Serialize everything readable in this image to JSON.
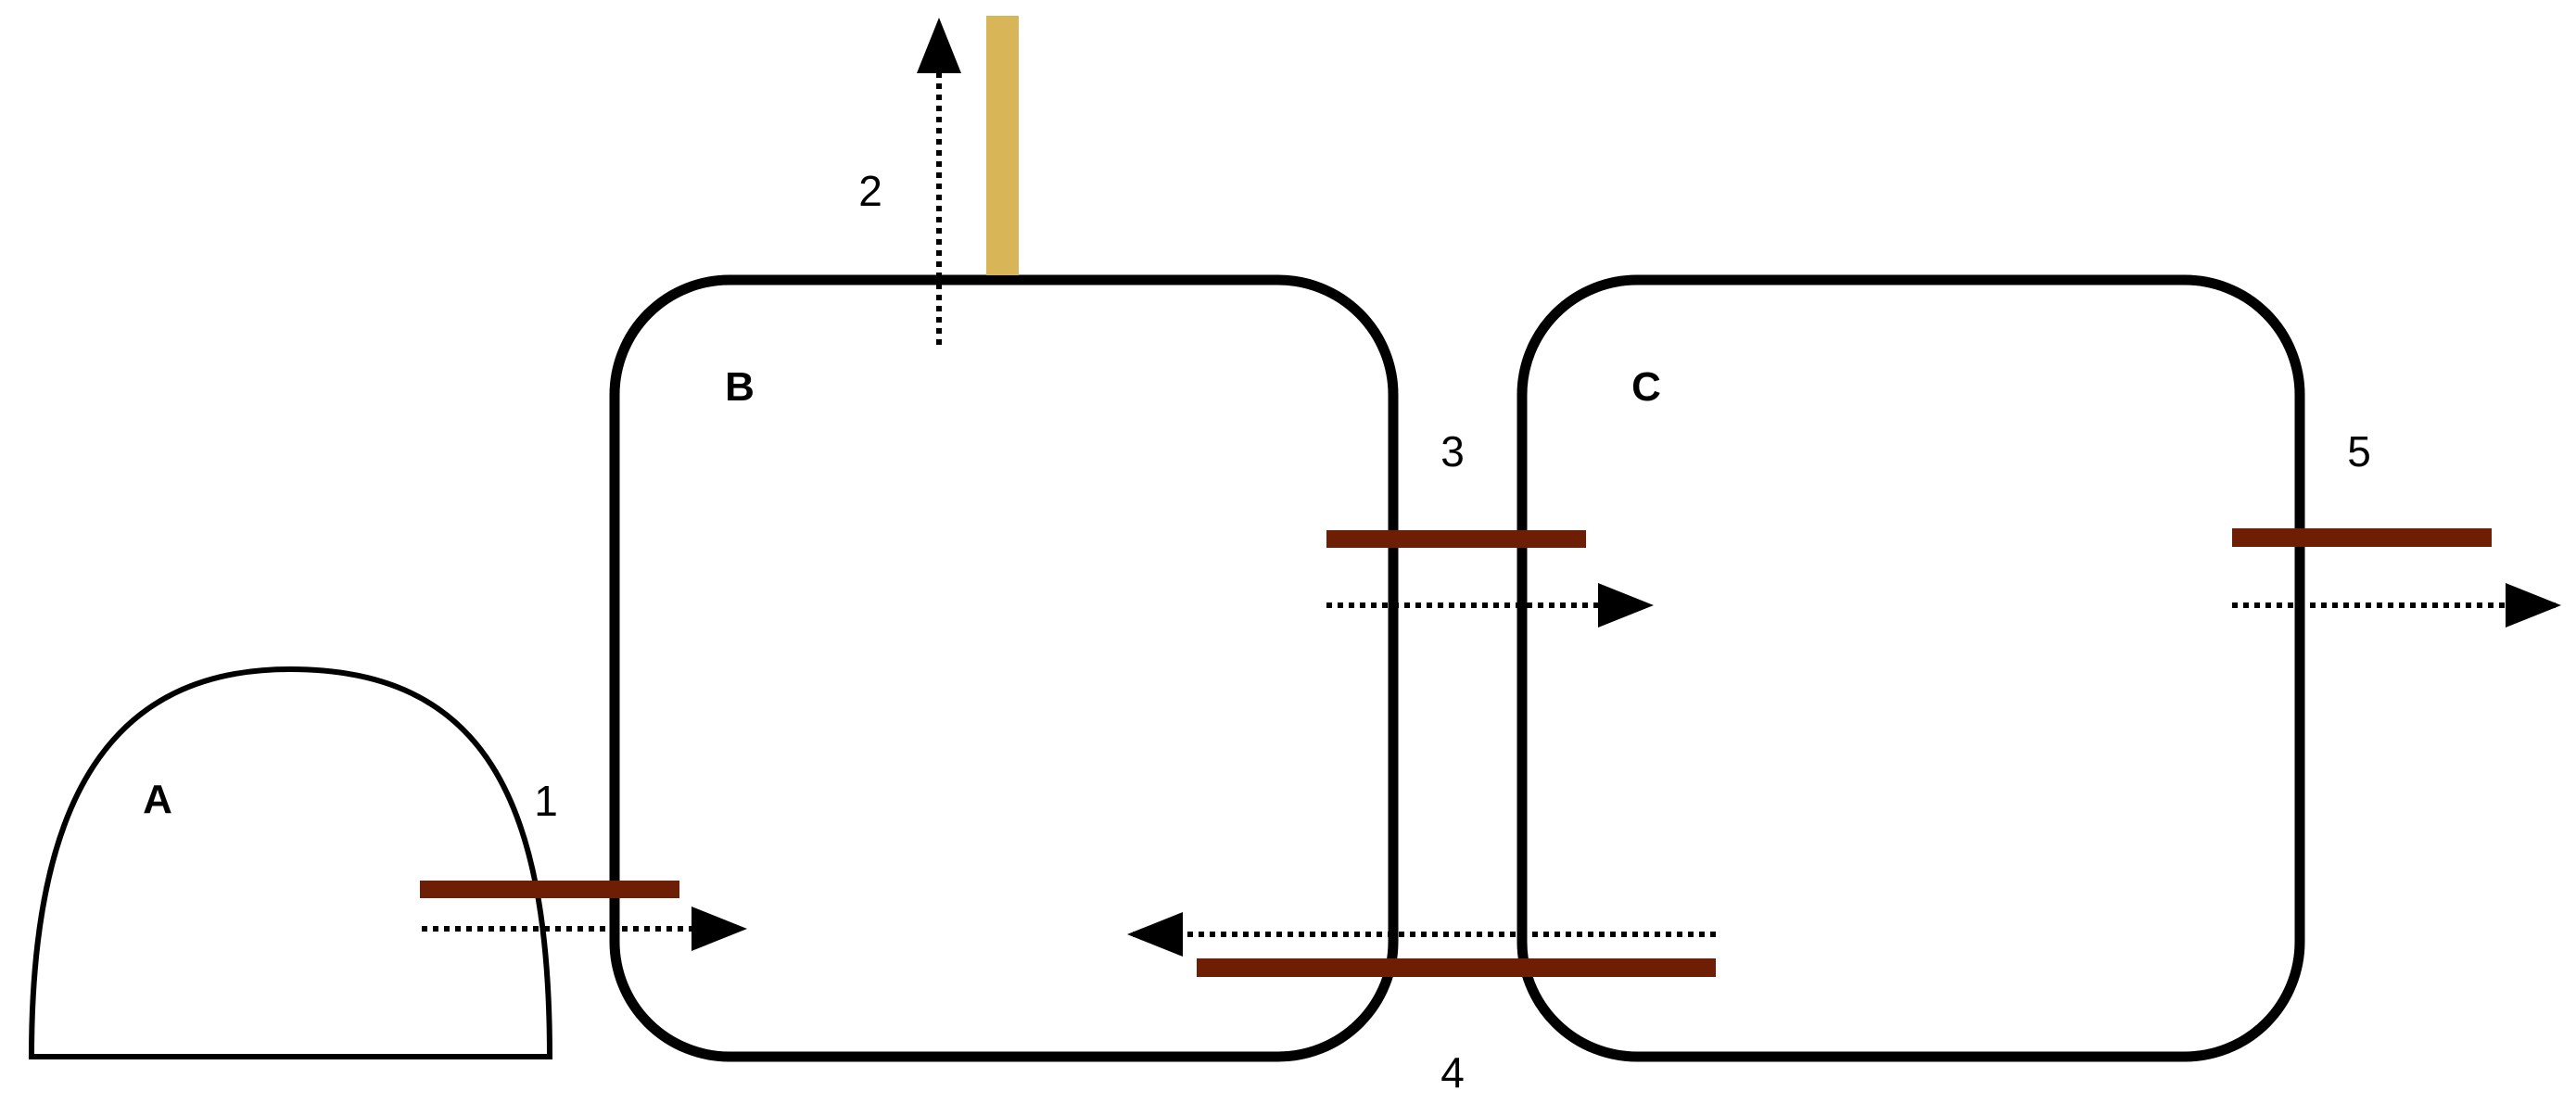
{
  "compartments": {
    "a": {
      "label": "A"
    },
    "b": {
      "label": "B"
    },
    "c": {
      "label": "C"
    }
  },
  "routes": [
    {
      "id": "1",
      "label": "1"
    },
    {
      "id": "2",
      "label": "2"
    },
    {
      "id": "3",
      "label": "3"
    },
    {
      "id": "4",
      "label": "4"
    },
    {
      "id": "5",
      "label": "5"
    }
  ],
  "colors": {
    "outline": "#000000",
    "membrane_bar": "#6e1e04",
    "vessel_bar": "#d8b658"
  }
}
